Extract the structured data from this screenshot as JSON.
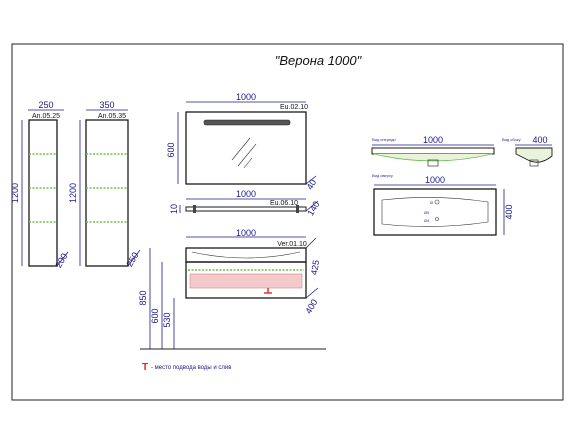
{
  "title": "\"Верона 1000\"",
  "note": "- место подвода воды и слив",
  "note_marker": "Т",
  "colors": {
    "dimension": "#1a1a8a",
    "outline": "#1a1a1a",
    "shelf": "#6cc04a",
    "marker": "#e8251f",
    "drawer": "#f3c9c9"
  },
  "cabinet_left": {
    "width": "250",
    "code": "An.05.25",
    "height": "1200",
    "depth": "200"
  },
  "cabinet_right": {
    "width": "350",
    "code": "An.05.35",
    "height": "1200",
    "depth": "250"
  },
  "mirror": {
    "width": "1000",
    "code": "Eu.02.10",
    "height": "600",
    "depth": "40"
  },
  "shelf": {
    "width": "1000",
    "code": "Eu.06.10",
    "height": "10",
    "depth": "140"
  },
  "vanity": {
    "width": "1000",
    "code": "Ver.01.10",
    "height": "425",
    "depth": "400",
    "h_total": "850",
    "h_mid": "600",
    "h_low": "530"
  },
  "sink_front": {
    "width": "1000",
    "label": "Вид спереди"
  },
  "sink_side": {
    "width": "400",
    "label": "Вид сбоку"
  },
  "sink_top": {
    "width": "1000",
    "depth": "400",
    "label": "Вид сверху",
    "d1": "Ø",
    "d2": "Ø5",
    "d3": "Ø4"
  }
}
